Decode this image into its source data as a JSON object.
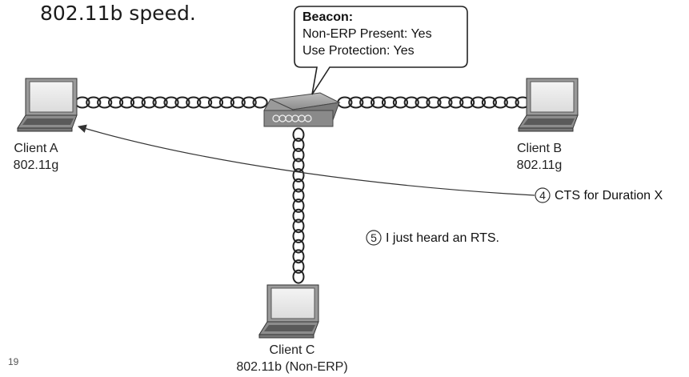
{
  "slide": {
    "heading_fragment": "802.11b speed.",
    "page_number": "19"
  },
  "beacon": {
    "title": "Beacon:",
    "line1": "Non-ERP Present: Yes",
    "line2": "Use Protection: Yes"
  },
  "clients": {
    "a": {
      "name": "Client A",
      "standard": "802.11g"
    },
    "b": {
      "name": "Client B",
      "standard": "802.11g"
    },
    "c": {
      "name": "Client C",
      "standard": "802.11b (Non-ERP)"
    }
  },
  "steps": {
    "step4": {
      "num": "4",
      "text": "CTS for Duration X"
    },
    "step5": {
      "num": "5",
      "text": "I just heard an RTS."
    }
  },
  "icons": [
    "laptop-icon",
    "access-point-icon",
    "wireless-link",
    "arrow-icon"
  ]
}
